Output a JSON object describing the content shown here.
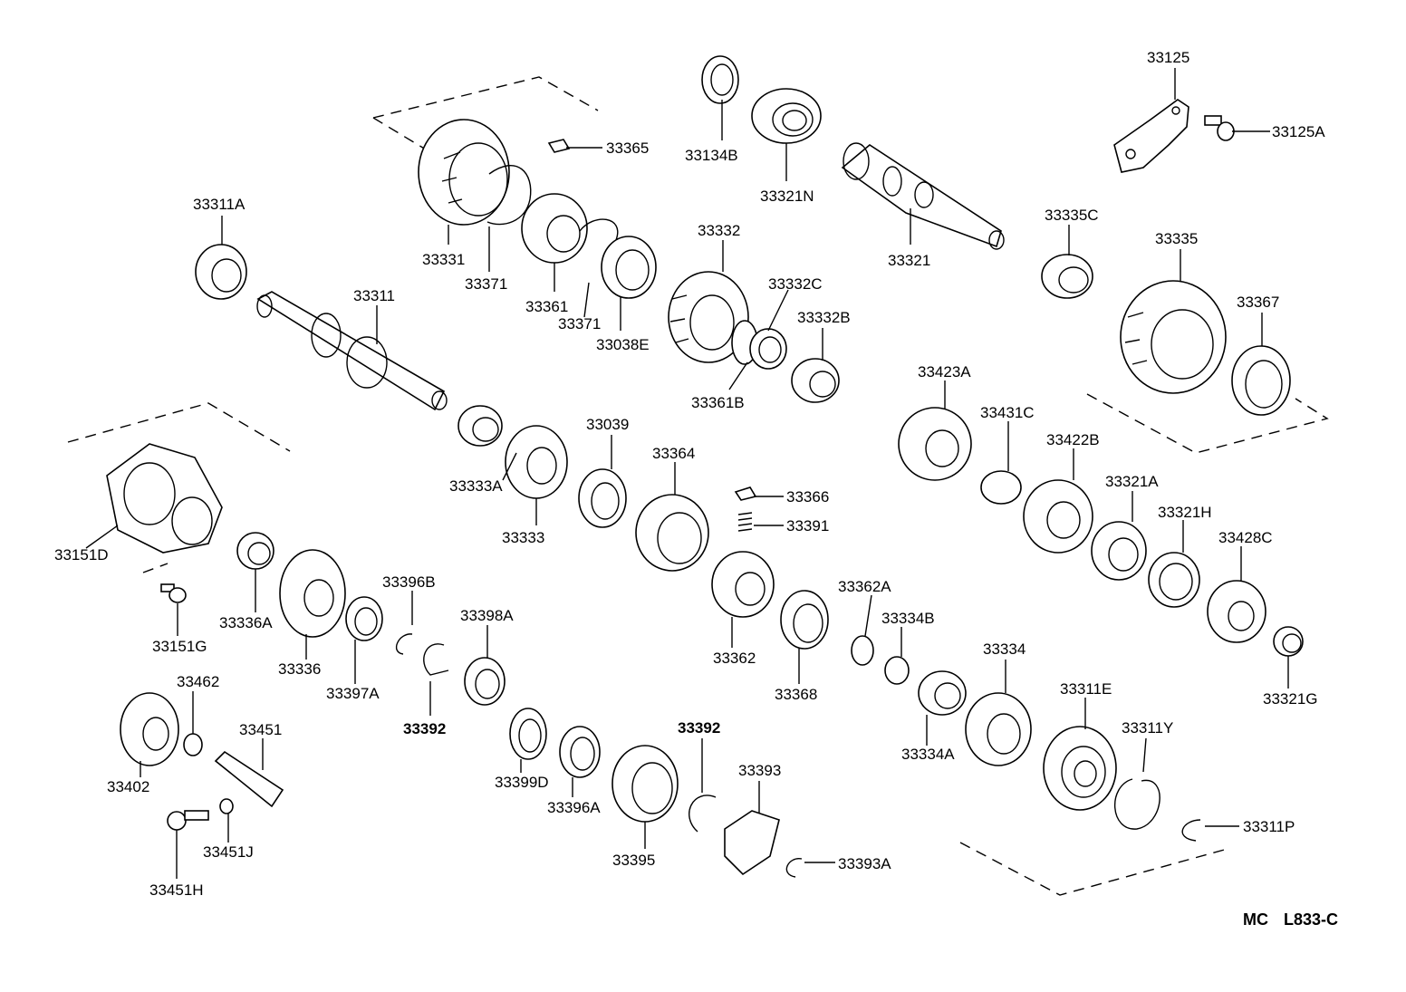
{
  "diagram": {
    "drawing_code": "MC  L833-C",
    "labels": {
      "p33125": "33125",
      "p33125A": "33125A",
      "p33134B": "33134B",
      "p33321N": "33321N",
      "p33365": "33365",
      "p33311A": "33311A",
      "p33331": "33331",
      "p33371a": "33371",
      "p33361": "33361",
      "p33371b": "33371",
      "p33038E": "33038E",
      "p33332": "33332",
      "p33332C": "33332C",
      "p33332B": "33332B",
      "p33361B": "33361B",
      "p33321": "33321",
      "p33335C": "33335C",
      "p33335": "33335",
      "p33367": "33367",
      "p33311": "33311",
      "p33423A": "33423A",
      "p33431C": "33431C",
      "p33422B": "33422B",
      "p33321A": "33321A",
      "p33321H": "33321H",
      "p33428C": "33428C",
      "p33321G": "33321G",
      "p33333A": "33333A",
      "p33333": "33333",
      "p33039": "33039",
      "p33364": "33364",
      "p33366": "33366",
      "p33391": "33391",
      "p33151D": "33151D",
      "p33151G": "33151G",
      "p33336A": "33336A",
      "p33336": "33336",
      "p33397A": "33397A",
      "p33396B": "33396B",
      "p33392a": "33392",
      "p33398A": "33398A",
      "p33362": "33362",
      "p33362A": "33362A",
      "p33368": "33368",
      "p33334B": "33334B",
      "p33334": "33334",
      "p33334A": "33334A",
      "p33311E": "33311E",
      "p33311Y": "33311Y",
      "p33311P": "33311P",
      "p33402": "33402",
      "p33462": "33462",
      "p33451": "33451",
      "p33451J": "33451J",
      "p33451H": "33451H",
      "p33399D": "33399D",
      "p33396A": "33396A",
      "p33395": "33395",
      "p33392b": "33392",
      "p33393": "33393",
      "p33393A": "33393A"
    }
  }
}
